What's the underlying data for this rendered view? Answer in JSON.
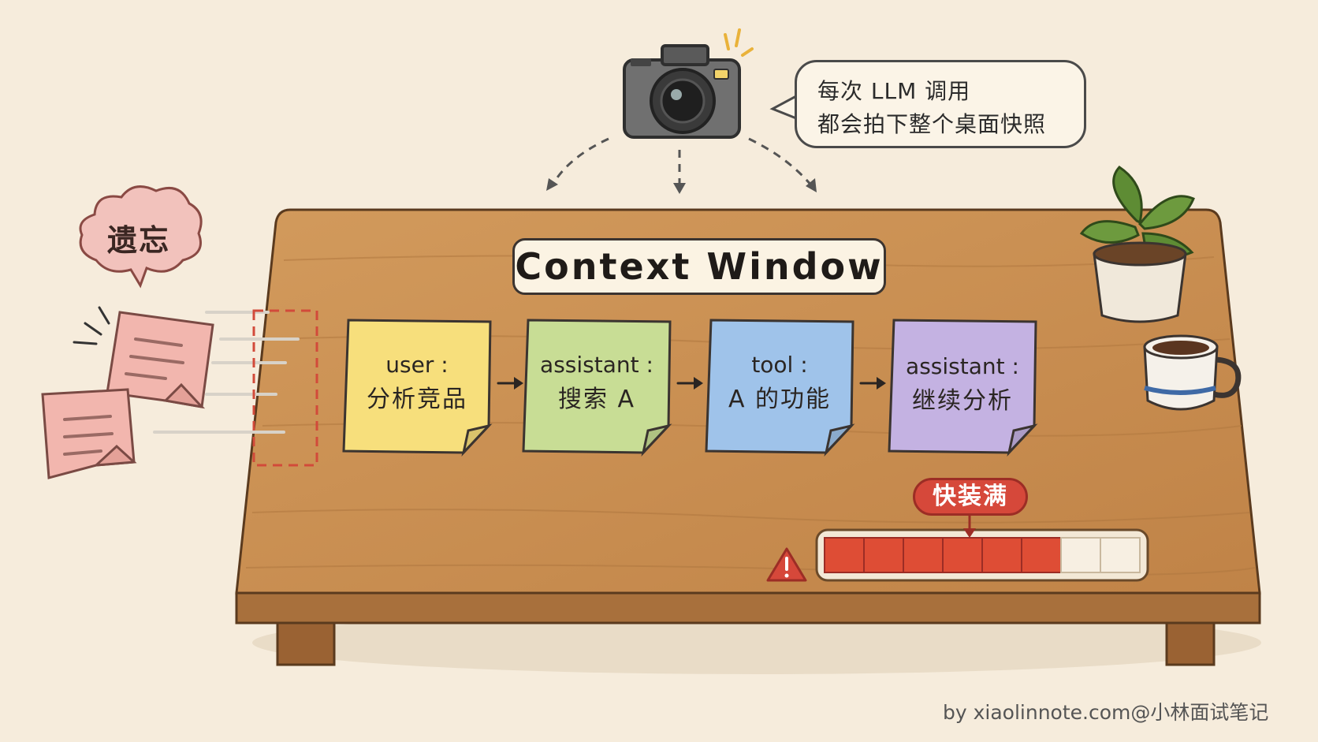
{
  "camera_caption": {
    "line1": "每次 LLM 调用",
    "line2": "都会拍下整个桌面快照"
  },
  "title": "Context Window",
  "messages": [
    {
      "role": "user :",
      "content": "分析竞品",
      "color": "#f7df7c"
    },
    {
      "role": "assistant :",
      "content": "搜索 A",
      "color": "#c8dd95"
    },
    {
      "role": "tool :",
      "content": "A 的功能",
      "color": "#9fc3ea"
    },
    {
      "role": "assistant :",
      "content": "继续分析",
      "color": "#c4b2e2"
    }
  ],
  "forget_label": "遗忘",
  "capacity": {
    "label": "快装满",
    "filled": 6,
    "total": 8,
    "fill_color": "#de4d35"
  },
  "credit": "by xiaolinnote.com@小林面试笔记",
  "icons": [
    "camera-icon",
    "warning-icon",
    "plant-icon",
    "coffee-cup-icon",
    "sticky-note-icon"
  ]
}
